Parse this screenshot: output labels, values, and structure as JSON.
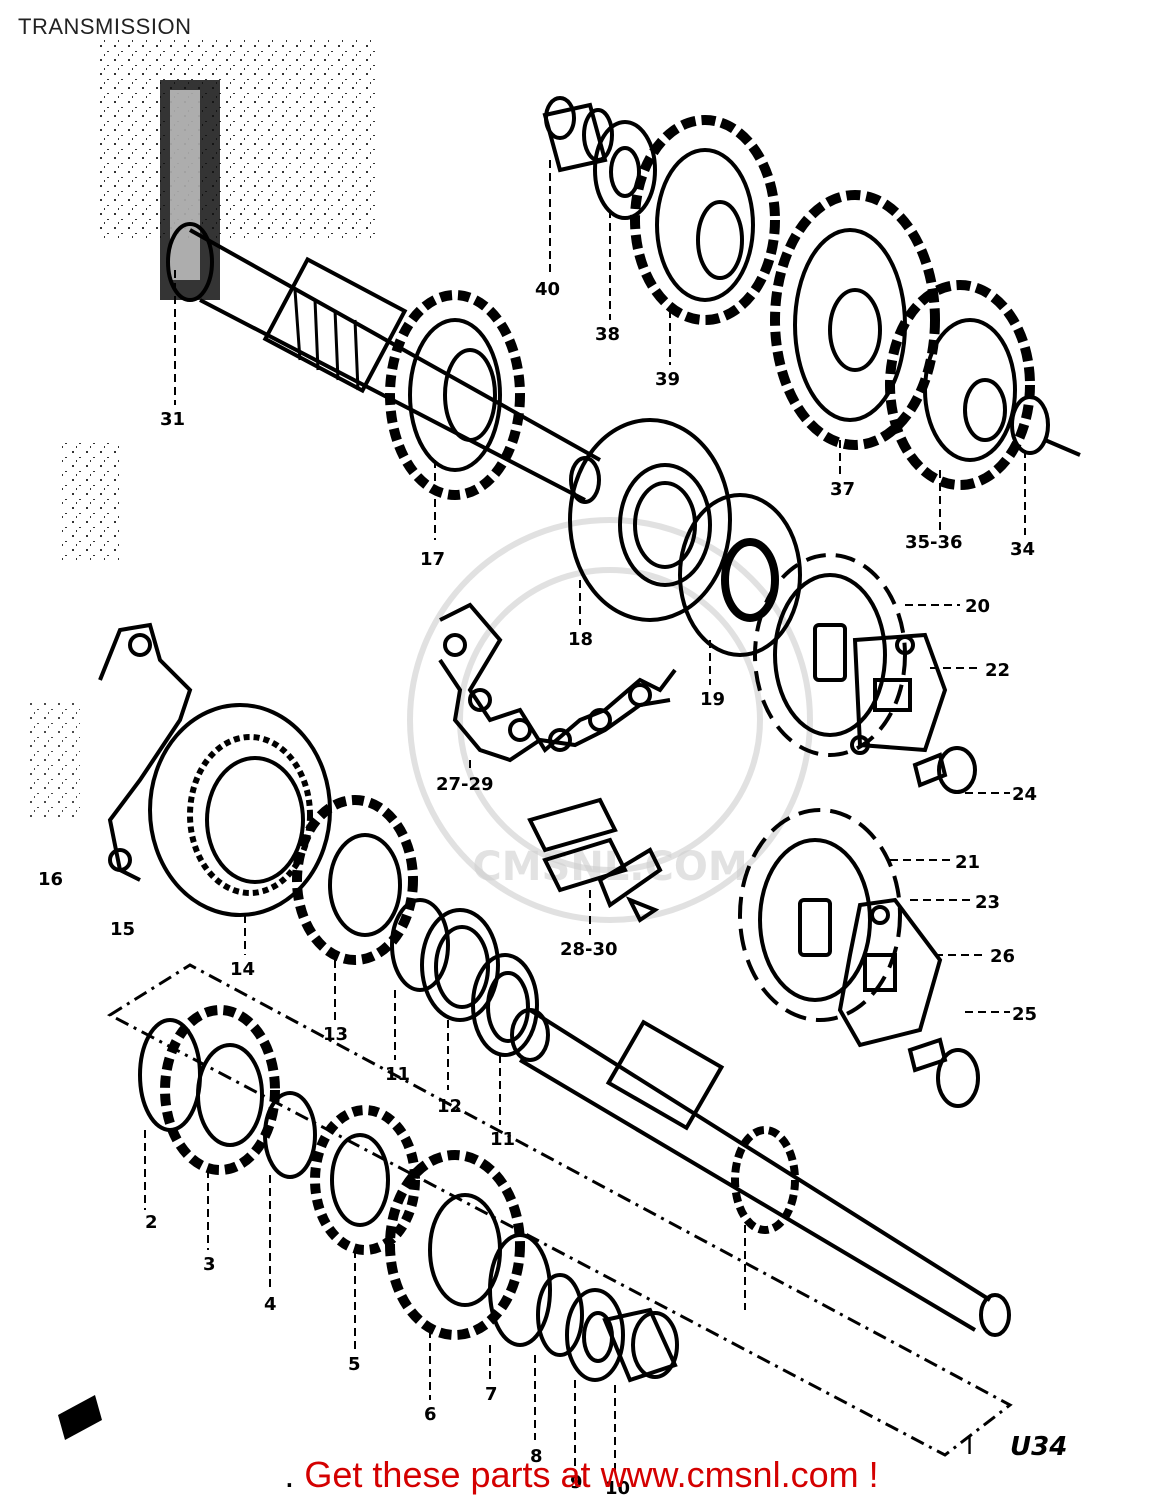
{
  "title": "TRANSMISSION",
  "footer": {
    "prefix": ". ",
    "text": "Get these parts at www.cmsnl.com !"
  },
  "plate_code": "U34",
  "plate_tick": "I",
  "watermark": "CMSNL.COM",
  "colors": {
    "background": "#ffffff",
    "ink": "#000000",
    "footer_link": "#d40000"
  },
  "labels": {
    "p2": "2",
    "p3": "3",
    "p4": "4",
    "p5": "5",
    "p6": "6",
    "p7": "7",
    "p8": "8",
    "p9": "9",
    "p10": "10",
    "p11a": "11",
    "p11b": "11",
    "p12": "12",
    "p13": "13",
    "p14": "14",
    "p15": "15",
    "p16": "16",
    "p17": "17",
    "p18": "18",
    "p19": "19",
    "p20": "20",
    "p21": "21",
    "p22": "22",
    "p23": "23",
    "p24": "24",
    "p25": "25",
    "p26": "26",
    "p27_29": "27-29",
    "p28_30": "28-30",
    "p31": "31",
    "p34": "34",
    "p35_36": "35-36",
    "p37": "37",
    "p38": "38",
    "p39": "39",
    "p40": "40"
  }
}
